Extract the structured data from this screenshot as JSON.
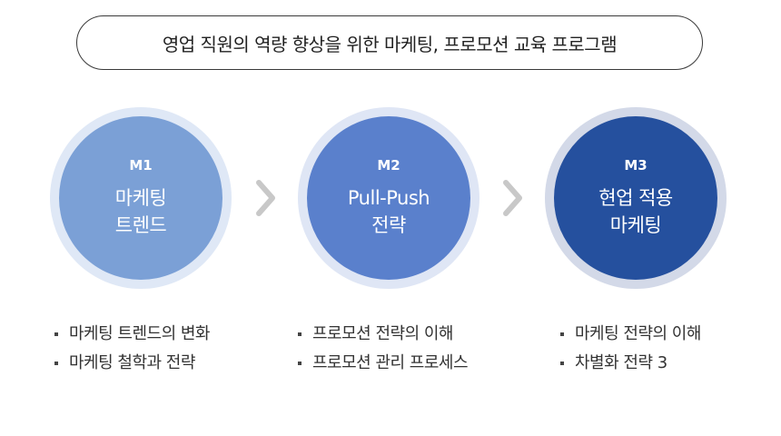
{
  "title": "영업 직원의 역량 향상을 위한 마케팅, 프로모션 교육 프로그램",
  "modules": [
    {
      "code": "M1",
      "name_line1": "마케팅",
      "name_line2": "트렌드",
      "bullets": [
        "마케팅 트렌드의 변화",
        "마케팅 철학과 전략"
      ]
    },
    {
      "code": "M2",
      "name_line1": "Pull-Push",
      "name_line2": "전략",
      "bullets": [
        "프로모션 전략의 이해",
        "프로모션 관리 프로세스"
      ]
    },
    {
      "code": "M3",
      "name_line1": "현업 적용",
      "name_line2": "마케팅",
      "bullets": [
        "마케팅 전략의 이해",
        "차별화 전략 3"
      ]
    }
  ],
  "colors": {
    "m1_fill": "#7ba0d6",
    "m1_halo": "#dfe8f6",
    "m2_fill": "#5a80cc",
    "m2_halo": "#dfe6f5",
    "m3_fill": "#25509e",
    "m3_halo": "#d3d9e8",
    "arrow": "#c8c8c8"
  },
  "icons": {
    "arrow": "chevron-right-icon"
  }
}
